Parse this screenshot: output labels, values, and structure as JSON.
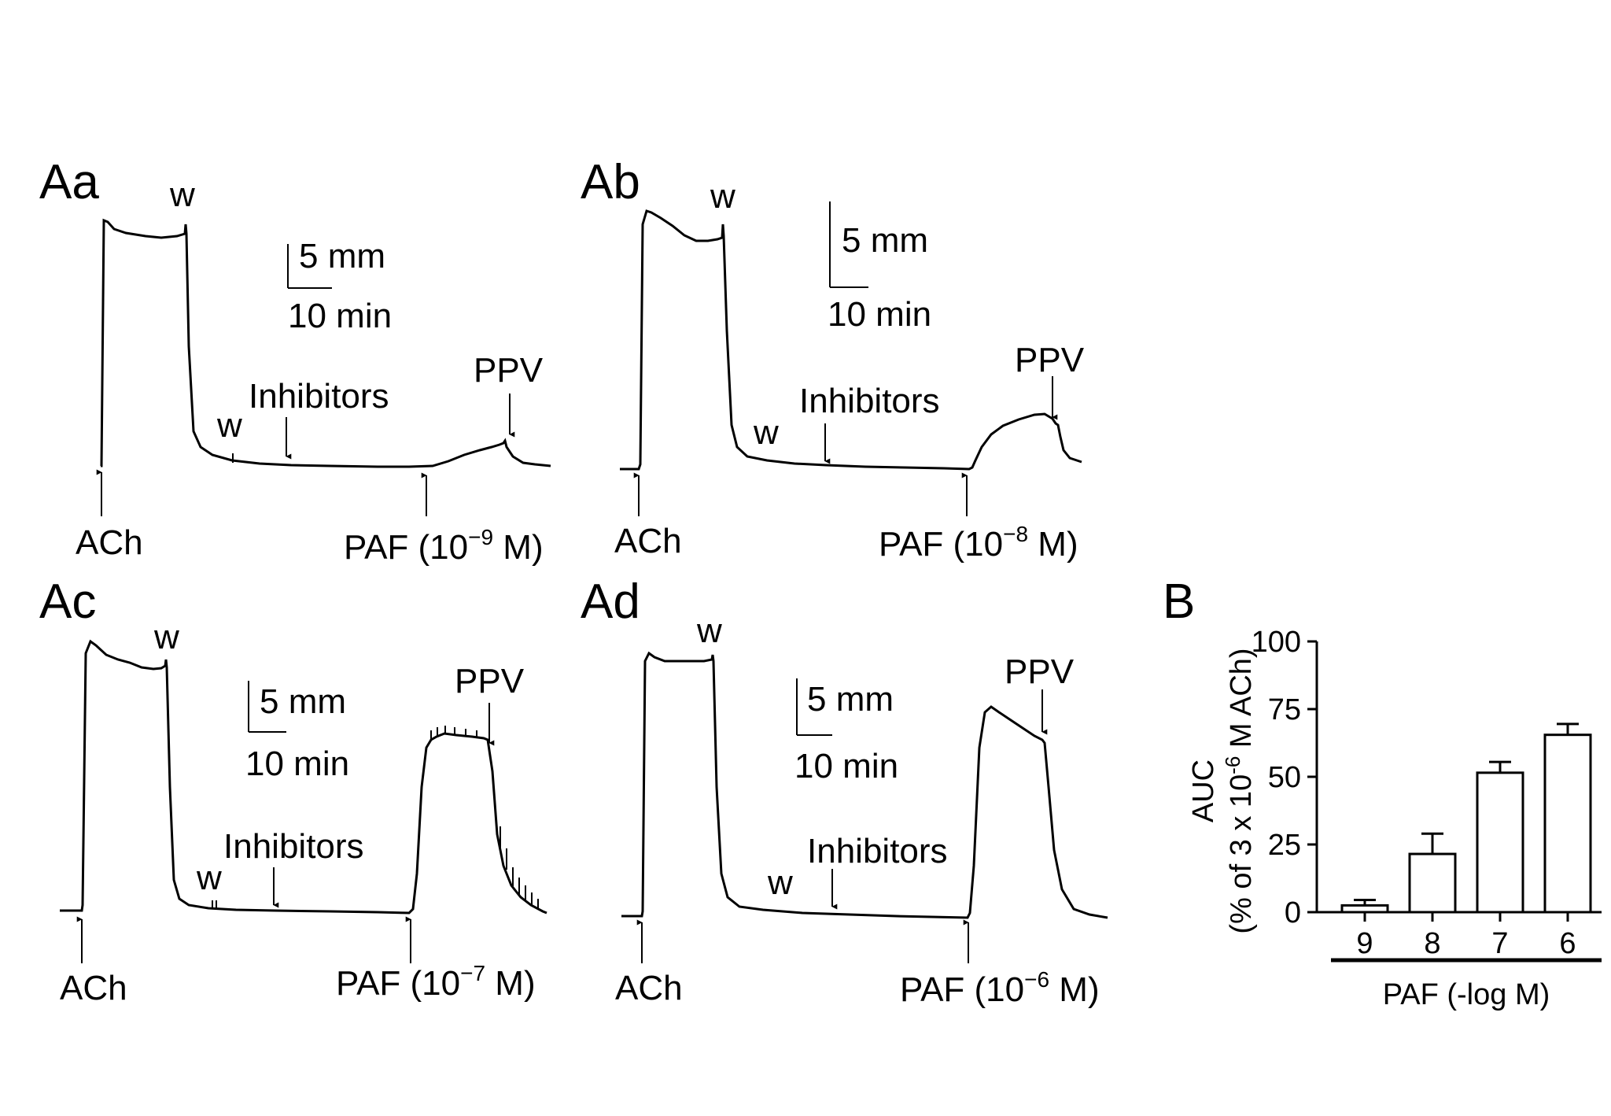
{
  "panels": [
    {
      "label": "Aa",
      "scale_bar": {
        "vertical": "5 mm",
        "horizontal": "10 min"
      },
      "markers": {
        "ach": "ACh",
        "wash": "w",
        "inhibitors": "Inhibitors",
        "paf": "PAF (10",
        "paf_exp": "−9",
        "paf_unit": " M)",
        "ppv": "PPV"
      }
    },
    {
      "label": "Ab",
      "scale_bar": {
        "vertical": "5 mm",
        "horizontal": "10 min"
      },
      "markers": {
        "ach": "ACh",
        "wash": "w",
        "inhibitors": "Inhibitors",
        "paf": "PAF (10",
        "paf_exp": "−8",
        "paf_unit": " M)",
        "ppv": "PPV"
      }
    },
    {
      "label": "Ac",
      "scale_bar": {
        "vertical": "5 mm",
        "horizontal": "10 min"
      },
      "markers": {
        "ach": "ACh",
        "wash": "w",
        "inhibitors": "Inhibitors",
        "paf": "PAF (10",
        "paf_exp": "−7",
        "paf_unit": " M)",
        "ppv": "PPV"
      }
    },
    {
      "label": "Ad",
      "scale_bar": {
        "vertical": "5 mm",
        "horizontal": "10 min"
      },
      "markers": {
        "ach": "ACh",
        "wash": "w",
        "inhibitors": "Inhibitors",
        "paf": "PAF (10",
        "paf_exp": "−6",
        "paf_unit": " M)",
        "ppv": "PPV"
      }
    }
  ],
  "chart_data": {
    "type": "bar",
    "panel_label": "B",
    "categories": [
      "9",
      "8",
      "7",
      "6"
    ],
    "values": [
      2.5,
      21.5,
      51.5,
      65.5
    ],
    "errors": [
      2,
      7.5,
      4,
      4
    ],
    "ylabel_line1": "AUC",
    "ylabel_line2": "(% of 3 x 10",
    "ylabel_exp": "-6",
    "ylabel_line2_end": " M ACh)",
    "xlabel": "PAF (-log M)",
    "ylim": [
      0,
      100
    ],
    "yticks": [
      0,
      25,
      50,
      75,
      100
    ],
    "bar_fill": "#ffffff",
    "bar_stroke": "#000000",
    "grid": false
  }
}
